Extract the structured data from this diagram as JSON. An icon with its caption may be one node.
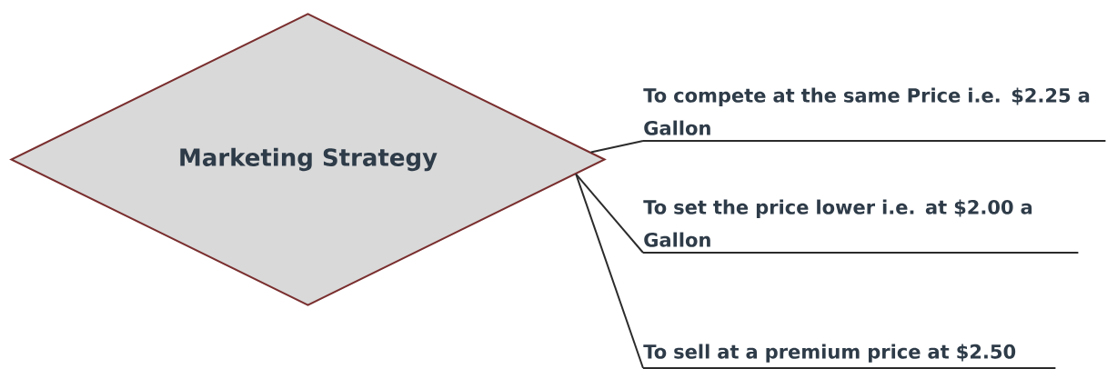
{
  "diagram": {
    "nodes": [
      {
        "text": [
          "Marketing Strategy"
        ]
      },
      {
        "text": [
          "To compete at the same Price i.e. $2.25 a Gallon"
        ]
      },
      {
        "text": [
          "To set the price lower i.e. at $2.00 a Gallon"
        ]
      },
      {
        "text": [
          "To sell at a premium price at $2.50"
        ]
      }
    ],
    "edges": [
      {
        "from": 0,
        "to": 1,
        "arrow": "none"
      },
      {
        "from": 0,
        "to": 2,
        "arrow": "none"
      },
      {
        "from": 0,
        "to": 3,
        "arrow": "none"
      }
    ]
  }
}
